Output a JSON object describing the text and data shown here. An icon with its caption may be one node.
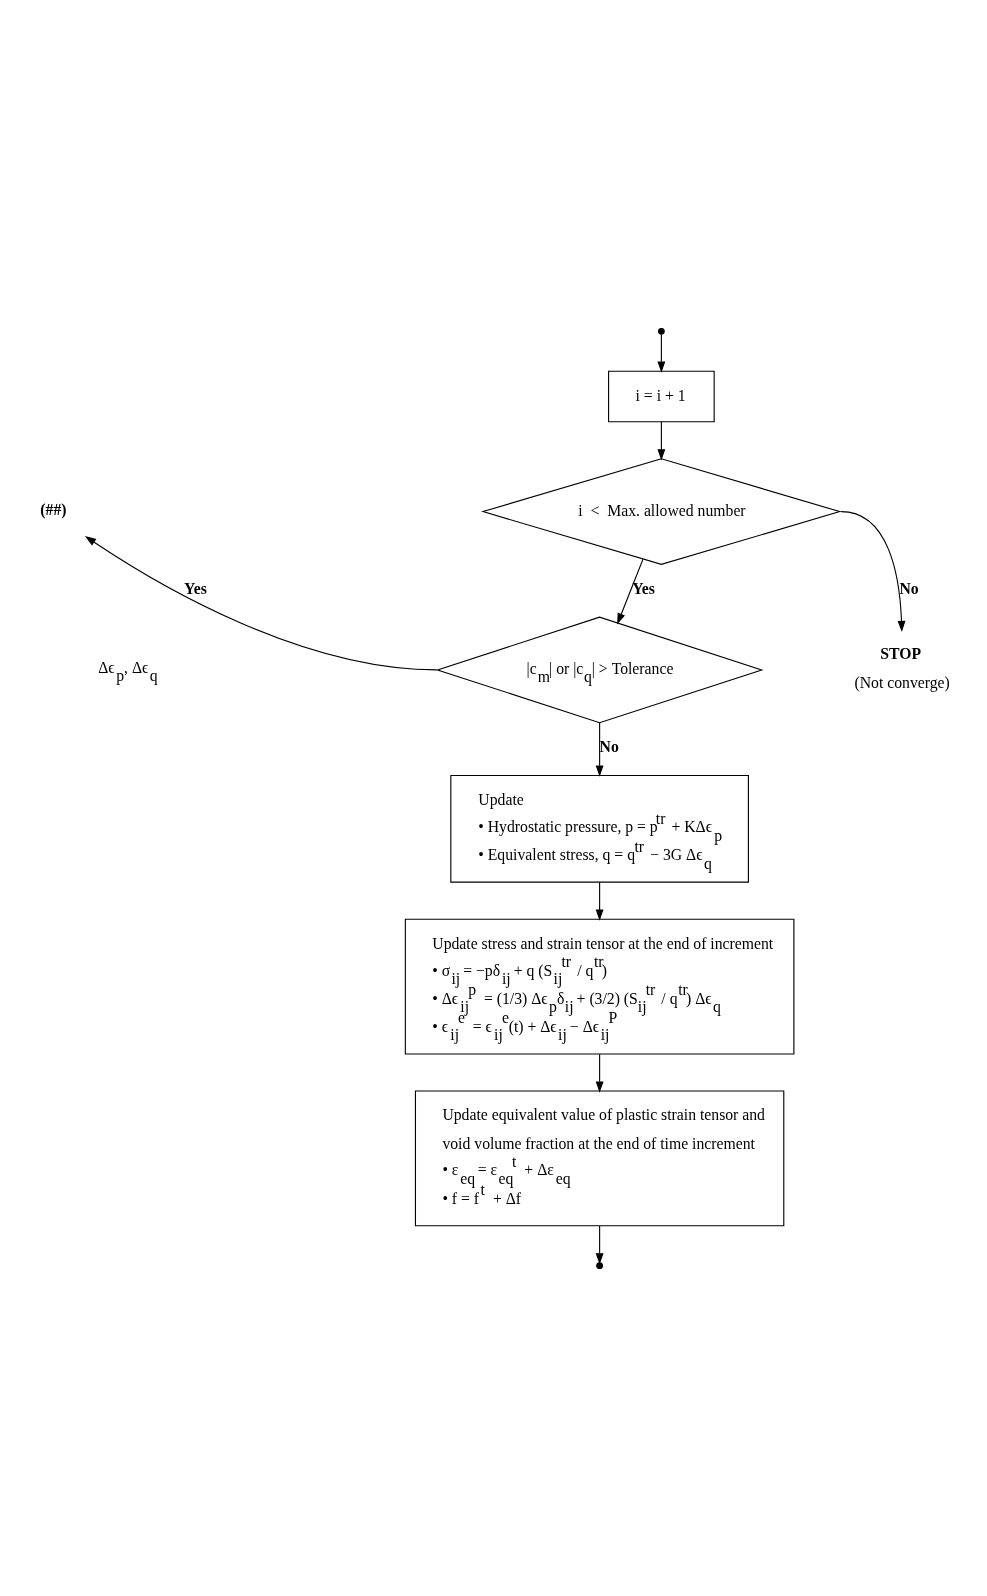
{
  "diagram": {
    "nodes": [
      {
        "text": [
          "i = i + 1"
        ]
      },
      {
        "text": [
          "i  <  Max. allowed number"
        ]
      },
      {
        "text": [
          "STOP",
          "(Not converge)"
        ]
      },
      {
        "text": [
          "|c$_{m}$| or |c$_{q}$| > Tolerance"
        ]
      },
      {
        "text": [
          "(##)"
        ]
      },
      {
        "text": [
          "Update",
          "• Hydrostatic pressure, p = p$^{tr}$ + KΔϵ$_{p}$",
          "• Equivalent stress, q = q$^{tr}$ − 3G Δϵ$_{q}$"
        ]
      },
      {
        "text": [
          "Update stress and strain tensor at the end of increment",
          "• σ$_{ij}$ = −pδ$_{ij}$ + q (S$_{ij}$$^{tr}$ / q$^{tr}$)",
          "• Δϵ$_{ij}$$^{p}$ = (1/3) Δϵ$_{p}$δ$_{ij}$ + (3/2) (S$_{ij}$$^{tr}$ / q$^{tr}$) Δϵ$_{q}$",
          "• ϵ$_{ij}$$^{e}$ = ϵ$_{ij}$$^{e}$(t) + Δϵ$_{ij}$ − Δϵ$_{ij}$$^{P}$"
        ]
      },
      {
        "text": [
          "Update equivalent value of plastic strain tensor and void volume fraction at the end of time increment",
          "• ε$_{eq}$ = ε$_{eq}$$^{t}$ + Δε$_{eq}$",
          "• f = f$^{t}$ + Δf"
        ]
      }
    ],
    "edges": [
      {
        "from": null,
        "to": 0,
        "arrow": "to"
      },
      {
        "from": 0,
        "to": 1,
        "arrow": "to"
      },
      {
        "from": 1,
        "to": 2,
        "arrow": "to",
        "label": "No"
      },
      {
        "from": 1,
        "to": 3,
        "arrow": "to",
        "label": "Yes"
      },
      {
        "from": 3,
        "to": 4,
        "arrow": "to",
        "label": "Yes"
      },
      {
        "from": 3,
        "to": 5,
        "arrow": "to",
        "label": "No"
      },
      {
        "from": 5,
        "to": 6,
        "arrow": "to"
      },
      {
        "from": 6,
        "to": 7,
        "arrow": "to"
      },
      {
        "from": 7,
        "to": null,
        "arrow": "to"
      }
    ],
    "labels": [
      "Δϵ$_{p}$, Δϵ$_{q}$"
    ]
  }
}
